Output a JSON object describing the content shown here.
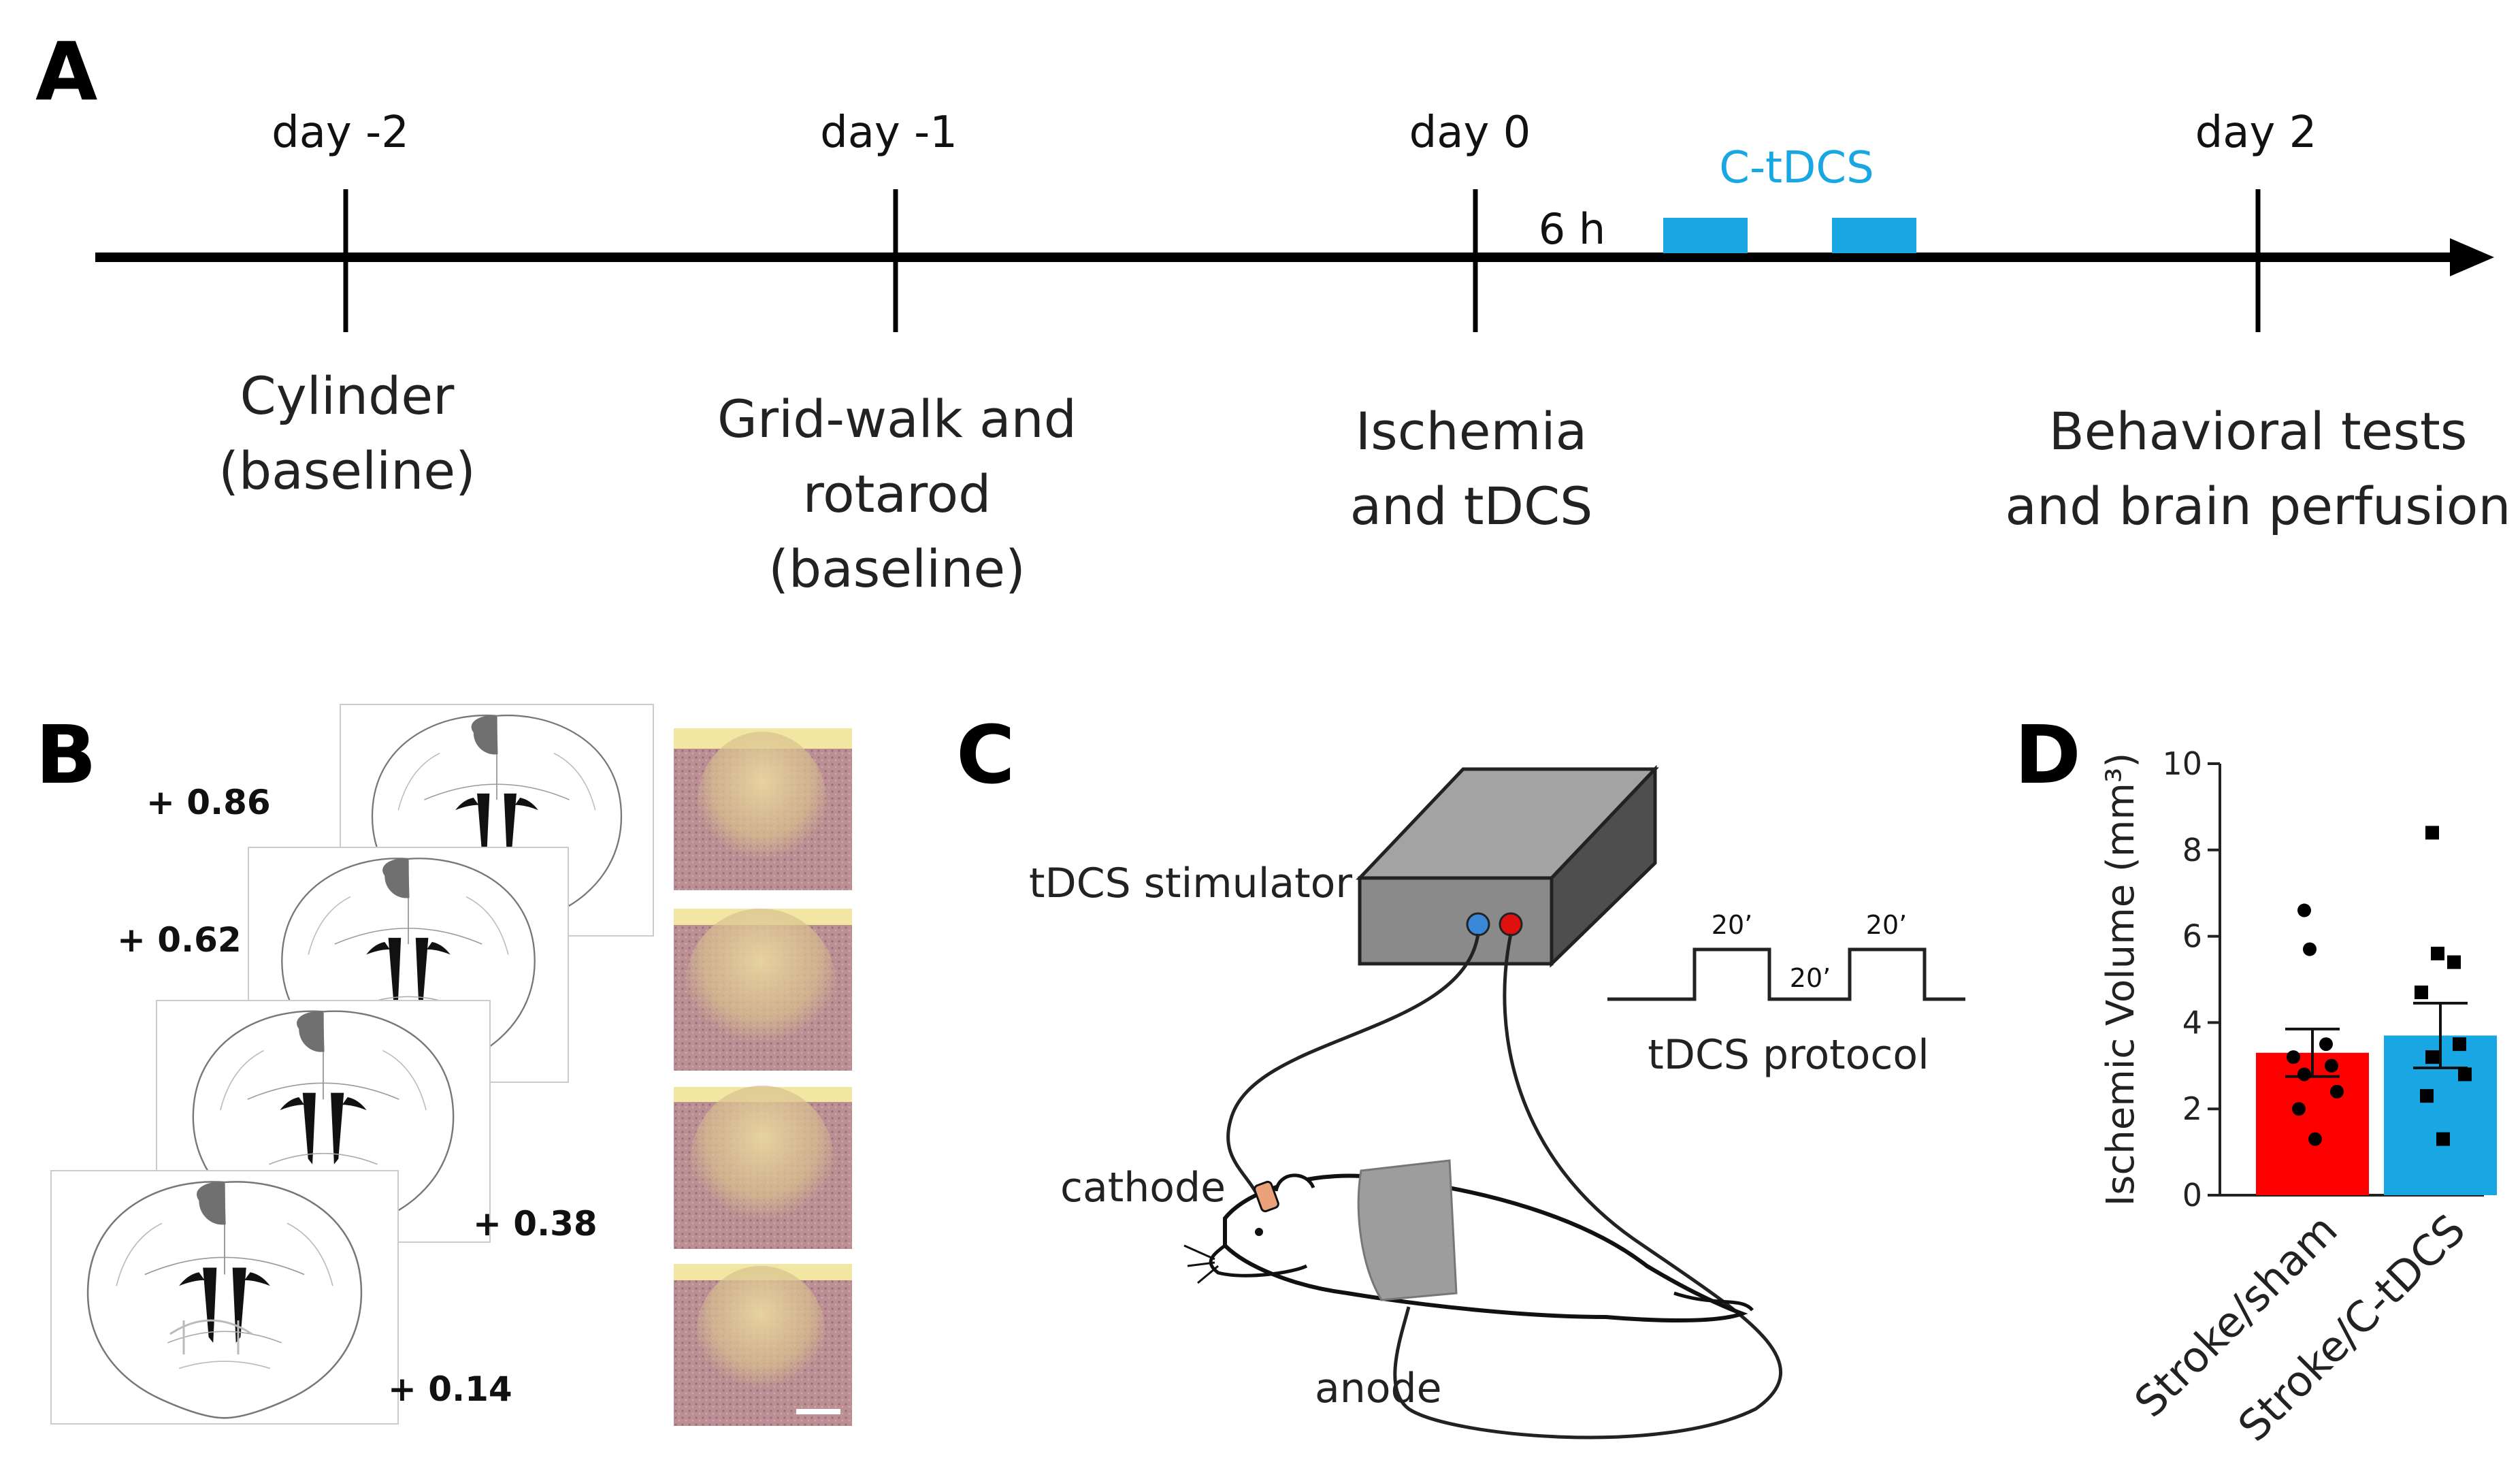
{
  "panels": {
    "a": "A",
    "b": "B",
    "c": "C",
    "d": "D"
  },
  "timeline": {
    "days": [
      "day -2",
      "day -1",
      "day 0",
      "day 2"
    ],
    "delay": "6 h",
    "stim_label": "C-tDCS",
    "events": [
      [
        "Cylinder",
        "(baseline)"
      ],
      [
        "Grid-walk and",
        "rotarod",
        "(baseline)"
      ],
      [
        "Ischemia",
        "and tDCS"
      ],
      [
        "Behavioral tests",
        "and brain perfusion"
      ]
    ]
  },
  "brain_coords": [
    "+ 0.86",
    "+ 0.62",
    "+ 0.38",
    "+ 0.14"
  ],
  "setup": {
    "stimulator": "tDCS stimulator",
    "cathode": "cathode",
    "anode": "anode",
    "protocol_label": "tDCS protocol",
    "protocol_times": [
      "20’",
      "20’",
      "20’"
    ]
  },
  "colors": {
    "sham": "#ff0000",
    "ctdcs": "#19a7e3",
    "stim": "#19a7e3"
  },
  "chart_data": {
    "type": "bar",
    "categories": [
      "Stroke/sham",
      "Stroke/C-tDCS"
    ],
    "values": [
      3.3,
      3.7
    ],
    "sem": [
      0.55,
      0.75
    ],
    "points": [
      [
        6.6,
        5.7,
        3.5,
        3.2,
        3.0,
        2.8,
        2.4,
        2.0,
        1.3
      ],
      [
        8.4,
        5.6,
        5.4,
        4.7,
        3.5,
        3.2,
        2.8,
        2.3,
        1.3
      ]
    ],
    "ylabel": "Ischemic Volume (mm³)",
    "ylim": [
      0,
      10
    ],
    "yticks": [
      "0",
      "2",
      "4",
      "6",
      "8",
      "10"
    ]
  }
}
